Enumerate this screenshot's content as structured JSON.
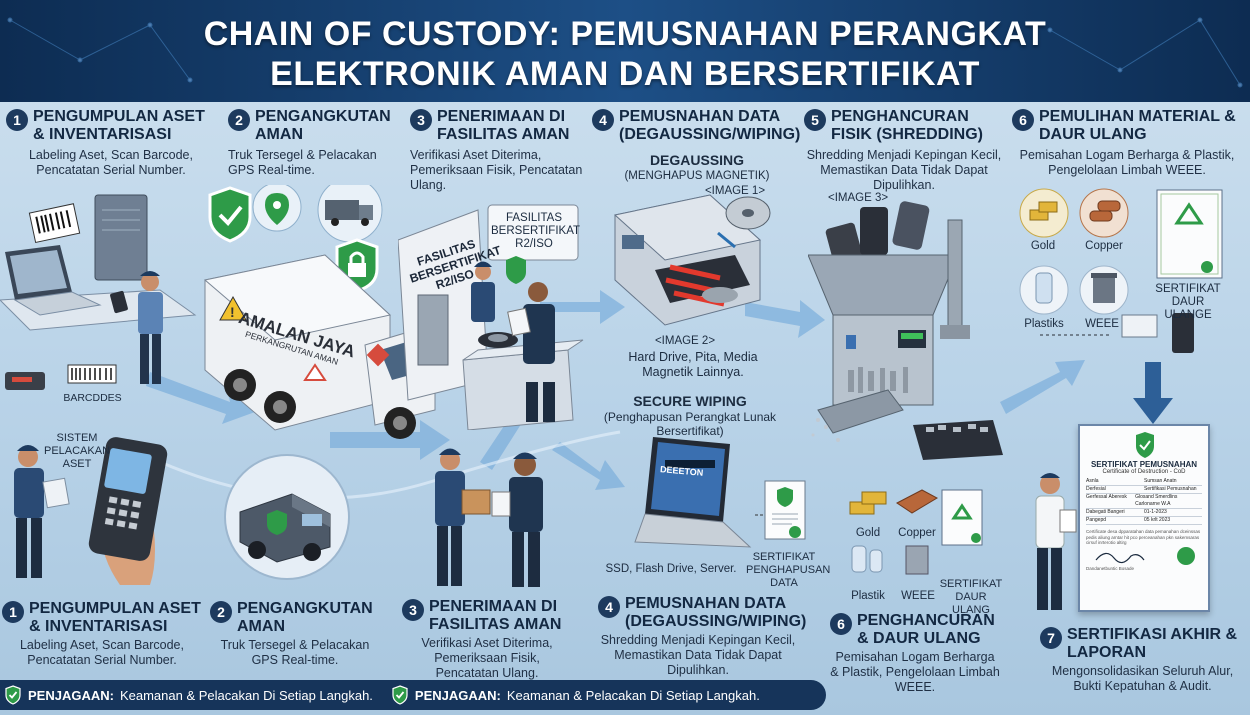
{
  "title_line1": "CHAIN OF CUSTODY: PEMUSNAHAN PERANGKAT",
  "title_line2": "ELEKTRONIK AMAN DAN BERSERTIFIKAT",
  "top_steps": [
    {
      "num": "1",
      "title": "PENGUMPULAN ASET & INVENTARISASI",
      "desc": "Labeling Aset, Scan Barcode, Pencatatan Serial Number."
    },
    {
      "num": "2",
      "title": "PENGANGKUTAN AMAN",
      "desc": "Truk Tersegel & Pelacakan GPS Real-time."
    },
    {
      "num": "3",
      "title": "PENERIMAAN DI FASILITAS AMAN",
      "desc": "Verifikasi Aset Diterima, Pemeriksaan Fisik, Pencatatan Ulang."
    },
    {
      "num": "4",
      "title": "PEMUSNAHAN DATA (DEGAUSSING/WIPING)",
      "desc": ""
    },
    {
      "num": "5",
      "title": "PENGHANCURAN FISIK (SHREDDING)",
      "desc": "Shredding Menjadi Kepingan Kecil, Memastikan Data Tidak Dapat Dipulihkan."
    },
    {
      "num": "6",
      "title": "PEMULIHAN MATERIAL & DAUR ULANG",
      "desc": "Pemisahan Logam Berharga & Plastik, Pengelolaan Limbah WEEE."
    }
  ],
  "bottom_steps": [
    {
      "num": "1",
      "title": "PENGUMPULAN ASET & INVENTARISASI",
      "desc": "Labeling Aset, Scan Barcode, Pencatatan Serial Number."
    },
    {
      "num": "2",
      "title": "PENGANGKUTAN AMAN",
      "desc": "Truk Tersegel & Pelacakan GPS Real-time."
    },
    {
      "num": "3",
      "title": "PENERIMAAN DI FASILITAS AMAN",
      "desc": "Verifikasi Aset Diterima, Pemeriksaan Fisik, Pencatatan Ulang."
    },
    {
      "num": "4",
      "title": "PEMUSNAHAN DATA (DEGAUSSING/WIPING)",
      "desc": "Shredding Menjadi Kepingan Kecil, Memastikan Data Tidak Dapat Dipulihkan."
    },
    {
      "num": "6",
      "title": "PENGHANCURAN & DAUR ULANG",
      "desc": "Pemisahan Logam Berharga & Plastik, Pengelolaan Limbah WEEE."
    },
    {
      "num": "7",
      "title": "SERTIFIKASI AKHIR & LAPORAN",
      "desc": "Mengonsolidasikan Seluruh Alur, Bukti Kepatuhan & Audit."
    }
  ],
  "labels": {
    "degaussing": "DEGAUSSING",
    "degaussing_sub": "(MENGHAPUS MAGNETIK)",
    "image1": "<IMAGE 1>",
    "image2": "<IMAGE 2>",
    "image3": "<IMAGE 3>",
    "media": "Hard Drive, Pita, Media Magnetik Lainnya.",
    "secure_wiping": "SECURE WIPING",
    "secure_wiping_sub": "(Penghapusan Perangkat Lunak Bersertifikat)",
    "ssd": "SSD, Flash Drive, Server.",
    "sertifikat_hapus": "SERTIFIKAT PENGHAPUSAN DATA",
    "barcodes": "BARCDDES",
    "sistem": "SISTEM PELACAKAN ASET",
    "fasilitas_sign": "FASILITAS BERSERTIFIKAT R2/ISO",
    "fasilitas_tag": "FASILITAS BERSERTIFIKAT R2/ISO",
    "truck_brand": "AMALAN JAYA",
    "truck_sub": "PERKANGRUTAN AMAN",
    "laptop_screen": "DEEETON",
    "gold": "Gold",
    "copper": "Copper",
    "plastik": "Plastiks",
    "weee": "WEEE",
    "sertifikat_daur": "SERTIFIKAT DAUR ULANGE",
    "gold2": "Gold",
    "copper2": "Copper",
    "plastik2": "Plastik",
    "weee2": "WEEE",
    "sertifikat_daur2": "SERTIFIKAT DAUR ULANG"
  },
  "certificate": {
    "title": "SERTIFIKAT PEMUSNAHAN",
    "subtitle": "Certificate of Destruction - CoD",
    "rows": [
      [
        "Asnla",
        "Sumsan Anatn"
      ],
      [
        "Derfesial",
        "Sertifikasi Pemusnahan"
      ],
      [
        "Gerfessal Aberesk",
        "Glosand Smerdlins Carlonarne W.A"
      ],
      [
        "Dabegati Bangeri",
        "01-1-2023"
      ],
      [
        "Pangepd",
        "05 krlt 2023"
      ]
    ],
    "note": "Certificate desa dpparatahan data pemanahan dceinssas pedis aliung arntar hit pco perceanahan pkn sakemsaras cirsuf inrterotio altirg",
    "sig": "Dandanetbuntic Bosade"
  },
  "footer": [
    {
      "strong": "PENJAGAAN:",
      "text": "Keamanan & Pelacakan Di Setiap Langkah."
    },
    {
      "strong": "PENJAGAAN:",
      "text": "Keamanan & Pelacakan  Di Setiap Langkah."
    }
  ],
  "colors": {
    "navy": "#16345a",
    "header": "#0d2c52",
    "green": "#2e9b48",
    "arrow": "#5b93c8"
  }
}
